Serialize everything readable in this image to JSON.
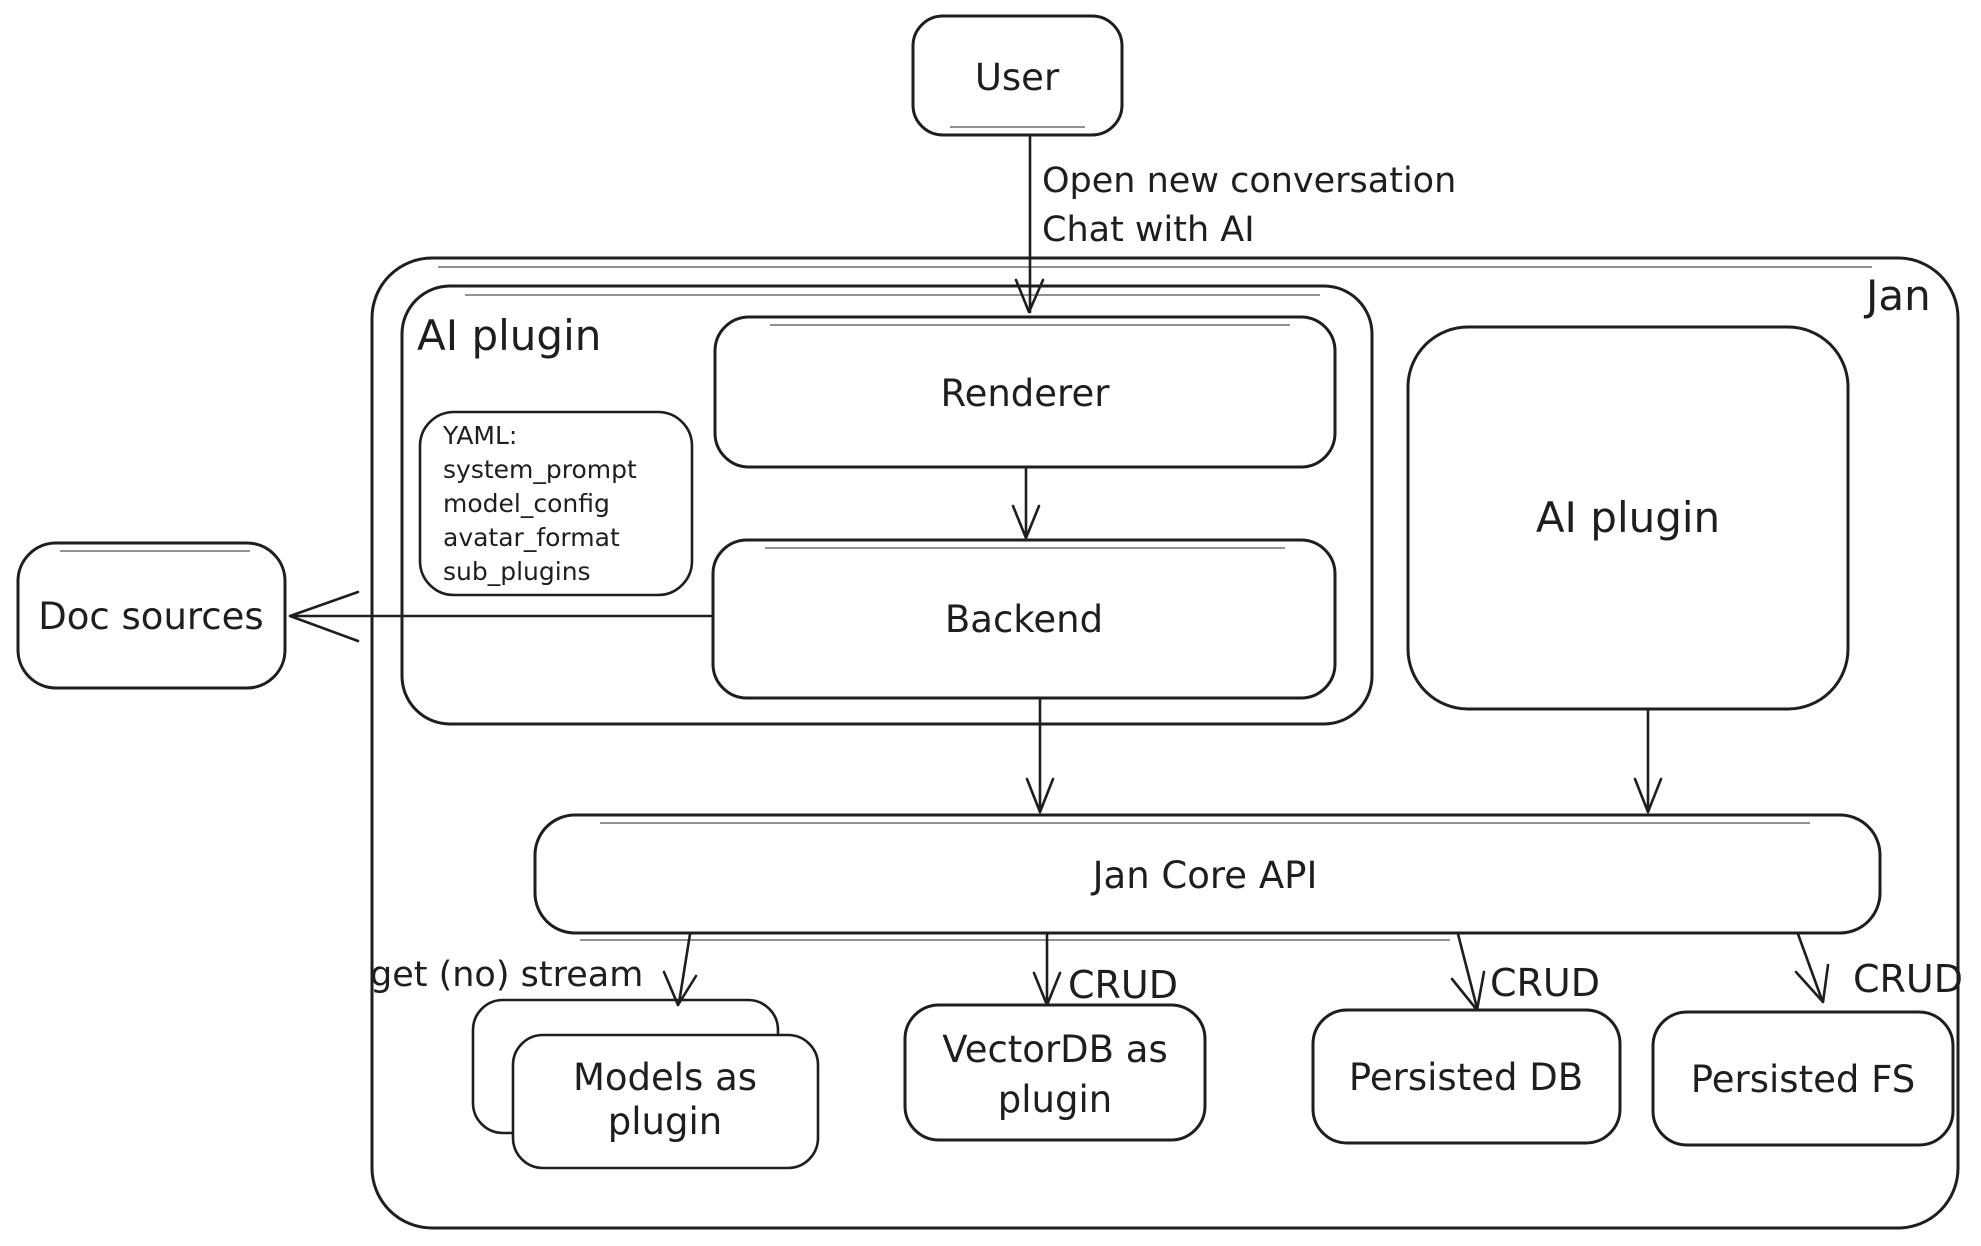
{
  "background": "#ffffff",
  "stroke_color": "#1e1e1e",
  "nodes": {
    "user": "User",
    "jan": "Jan",
    "ai_plugin_left": "AI plugin",
    "ai_plugin_right": "AI plugin",
    "renderer": "Renderer",
    "backend": "Backend",
    "doc_sources": "Doc sources",
    "jan_core_api": "Jan Core API",
    "models_as_plugin_line1": "Models as",
    "models_as_plugin_line2": "plugin",
    "vectordb_line1": "VectorDB as",
    "vectordb_line2": "plugin",
    "persisted_db": "Persisted DB",
    "persisted_fs": "Persisted FS"
  },
  "yaml_note": {
    "lines": [
      "YAML:",
      "system_prompt",
      "model_config",
      "avatar_format",
      "sub_plugins"
    ]
  },
  "edge_labels": {
    "user_to_renderer_line1": "Open new conversation",
    "user_to_renderer_line2": "Chat with AI",
    "get_no_stream": "get (no) stream",
    "crud_vectordb": "CRUD",
    "crud_persisted_db": "CRUD",
    "crud_persisted_fs": "CRUD"
  }
}
